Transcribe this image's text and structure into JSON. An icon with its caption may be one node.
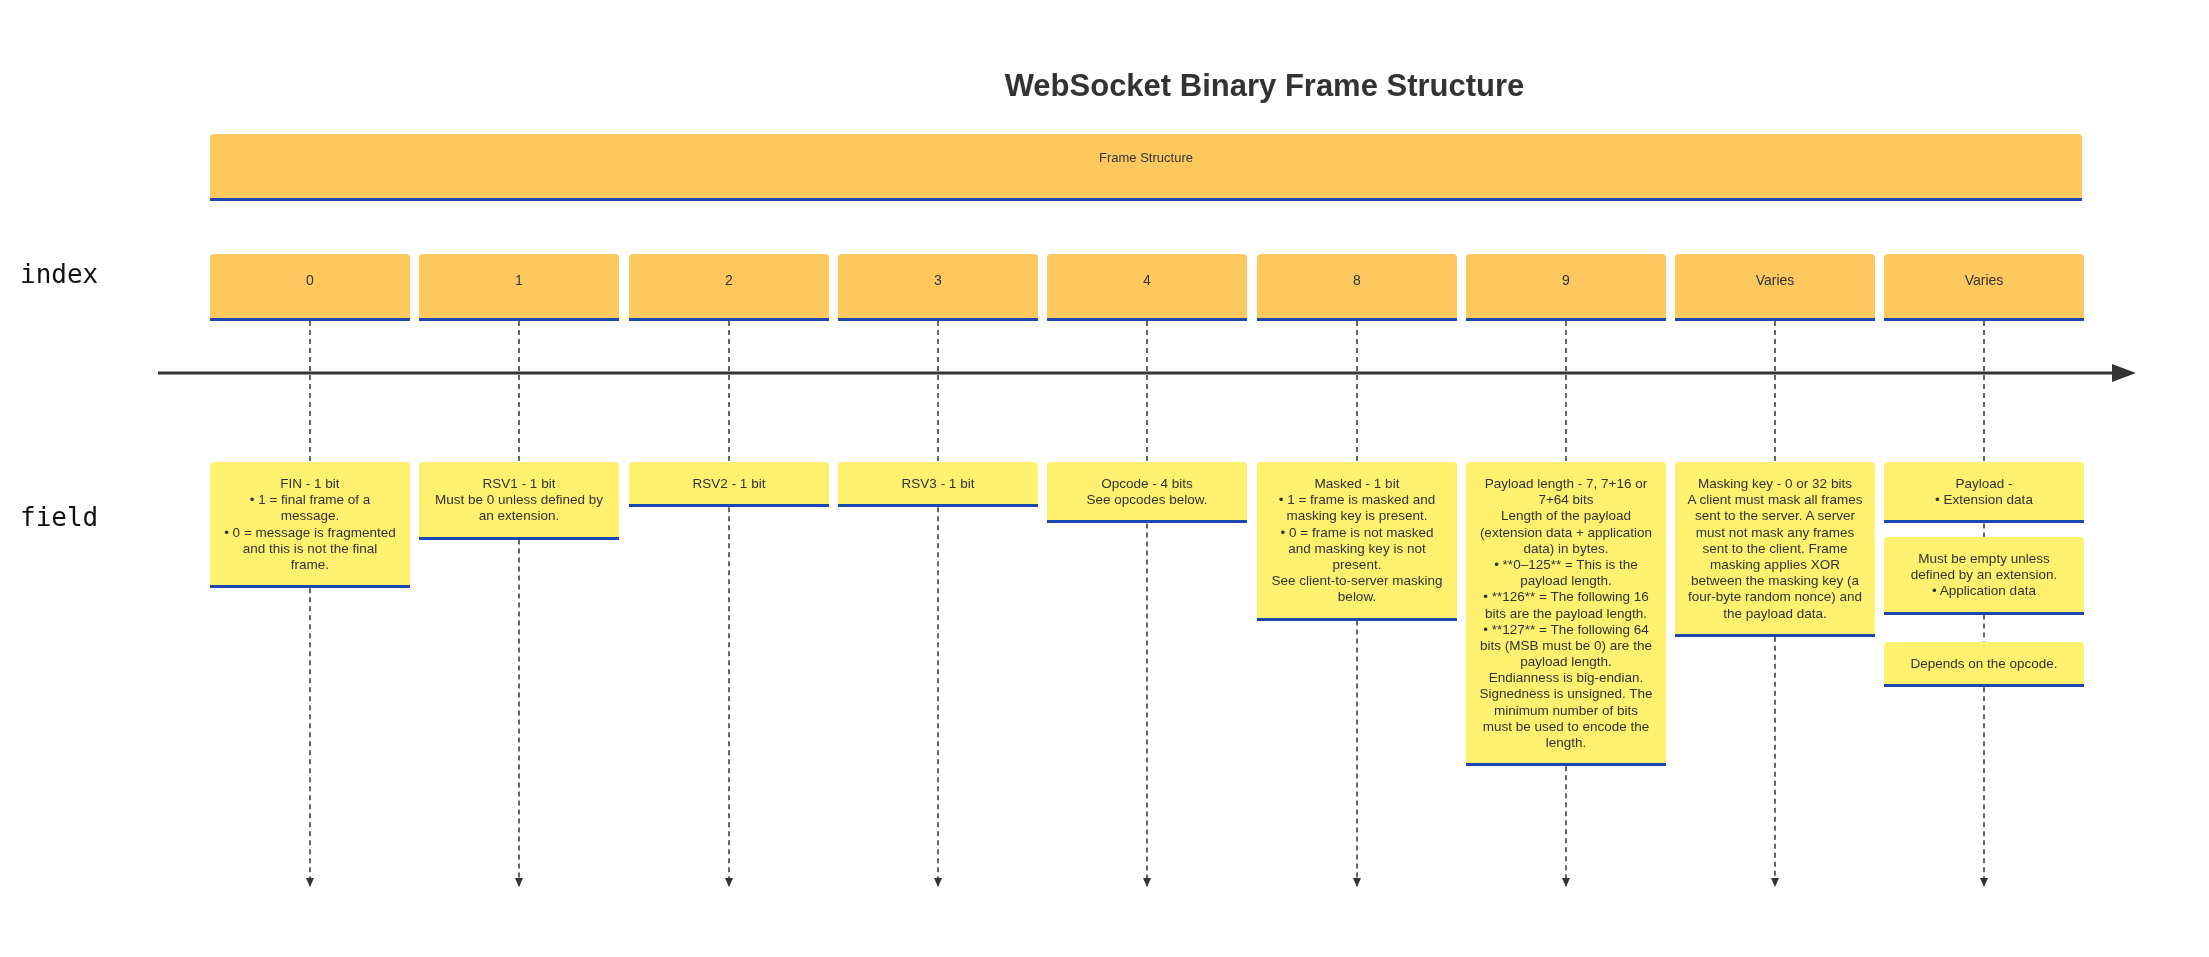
{
  "diagram": {
    "title": "WebSocket Binary Frame Structure",
    "nodes": [
      {
        "text": [
          "Frame Structure"
        ]
      },
      {
        "text": [
          "0"
        ]
      },
      {
        "text": [
          "1"
        ]
      },
      {
        "text": [
          "2"
        ]
      },
      {
        "text": [
          "3"
        ]
      },
      {
        "text": [
          "4"
        ]
      },
      {
        "text": [
          "8"
        ]
      },
      {
        "text": [
          "9"
        ]
      },
      {
        "text": [
          "Varies"
        ]
      },
      {
        "text": [
          "Varies"
        ]
      },
      {
        "text": [
          "FIN - 1 bit",
          "• 1 = final frame of a message.",
          "• 0 = message is fragmented and this is not the final frame."
        ]
      },
      {
        "text": [
          "RSV1 - 1 bit",
          "Must be 0 unless defined by an extension."
        ]
      },
      {
        "text": [
          "RSV2 - 1 bit"
        ]
      },
      {
        "text": [
          "RSV3 - 1 bit"
        ]
      },
      {
        "text": [
          "Opcode - 4 bits",
          "See opcodes below."
        ]
      },
      {
        "text": [
          "Masked - 1 bit",
          "• 1 = frame is masked and masking key is present.",
          "• 0 = frame is not masked and masking key is not present.",
          "See client-to-server masking below."
        ]
      },
      {
        "text": [
          "Payload length - 7, 7+16 or 7+64 bits",
          "Length of the payload (extension data + application data) in bytes.",
          "• **0–125** = This is the payload length.",
          "• **126** = The following 16 bits are the payload length.",
          "• **127** = The following 64 bits (MSB must be 0) are the payload length.",
          "Endianness is big-endian. Signedness is unsigned. The minimum number of bits must be used to encode the length."
        ]
      },
      {
        "text": [
          "Masking key - 0 or 32 bits",
          "A client must mask all frames sent to the server. A server must not mask any frames sent to the client. Frame masking applies XOR between the masking key (a four-byte random nonce) and the payload data."
        ]
      },
      {
        "text": [
          "Payload -",
          "• Extension data"
        ]
      },
      {
        "text": [
          "Must be empty unless defined by an extension.",
          "• Application data"
        ]
      },
      {
        "text": [
          "Depends on the opcode."
        ]
      }
    ],
    "edges": [
      {
        "from": 1,
        "to": 10,
        "arrow": "none",
        "style": "dashed"
      },
      {
        "from": 2,
        "to": 11,
        "arrow": "none",
        "style": "dashed"
      },
      {
        "from": 3,
        "to": 12,
        "arrow": "none",
        "style": "dashed"
      },
      {
        "from": 4,
        "to": 13,
        "arrow": "none",
        "style": "dashed"
      },
      {
        "from": 5,
        "to": 14,
        "arrow": "none",
        "style": "dashed"
      },
      {
        "from": 6,
        "to": 15,
        "arrow": "none",
        "style": "dashed"
      },
      {
        "from": 7,
        "to": 16,
        "arrow": "none",
        "style": "dashed"
      },
      {
        "from": 8,
        "to": 17,
        "arrow": "none",
        "style": "dashed"
      },
      {
        "from": 9,
        "to": 18,
        "arrow": "none",
        "style": "dashed"
      },
      {
        "from": 18,
        "to": 19,
        "arrow": "none",
        "style": "dashed"
      },
      {
        "from": 19,
        "to": 20,
        "arrow": "none",
        "style": "dashed"
      },
      {
        "from": 10,
        "to": null,
        "arrow": "to",
        "style": "dashed"
      },
      {
        "from": 11,
        "to": null,
        "arrow": "to",
        "style": "dashed"
      },
      {
        "from": 12,
        "to": null,
        "arrow": "to",
        "style": "dashed"
      },
      {
        "from": 13,
        "to": null,
        "arrow": "to",
        "style": "dashed"
      },
      {
        "from": 14,
        "to": null,
        "arrow": "to",
        "style": "dashed"
      },
      {
        "from": 15,
        "to": null,
        "arrow": "to",
        "style": "dashed"
      },
      {
        "from": 16,
        "to": null,
        "arrow": "to",
        "style": "dashed"
      },
      {
        "from": 17,
        "to": null,
        "arrow": "to",
        "style": "dashed"
      },
      {
        "from": 20,
        "to": null,
        "arrow": "to",
        "style": "dashed"
      }
    ],
    "labels": [
      "index",
      "field"
    ]
  }
}
